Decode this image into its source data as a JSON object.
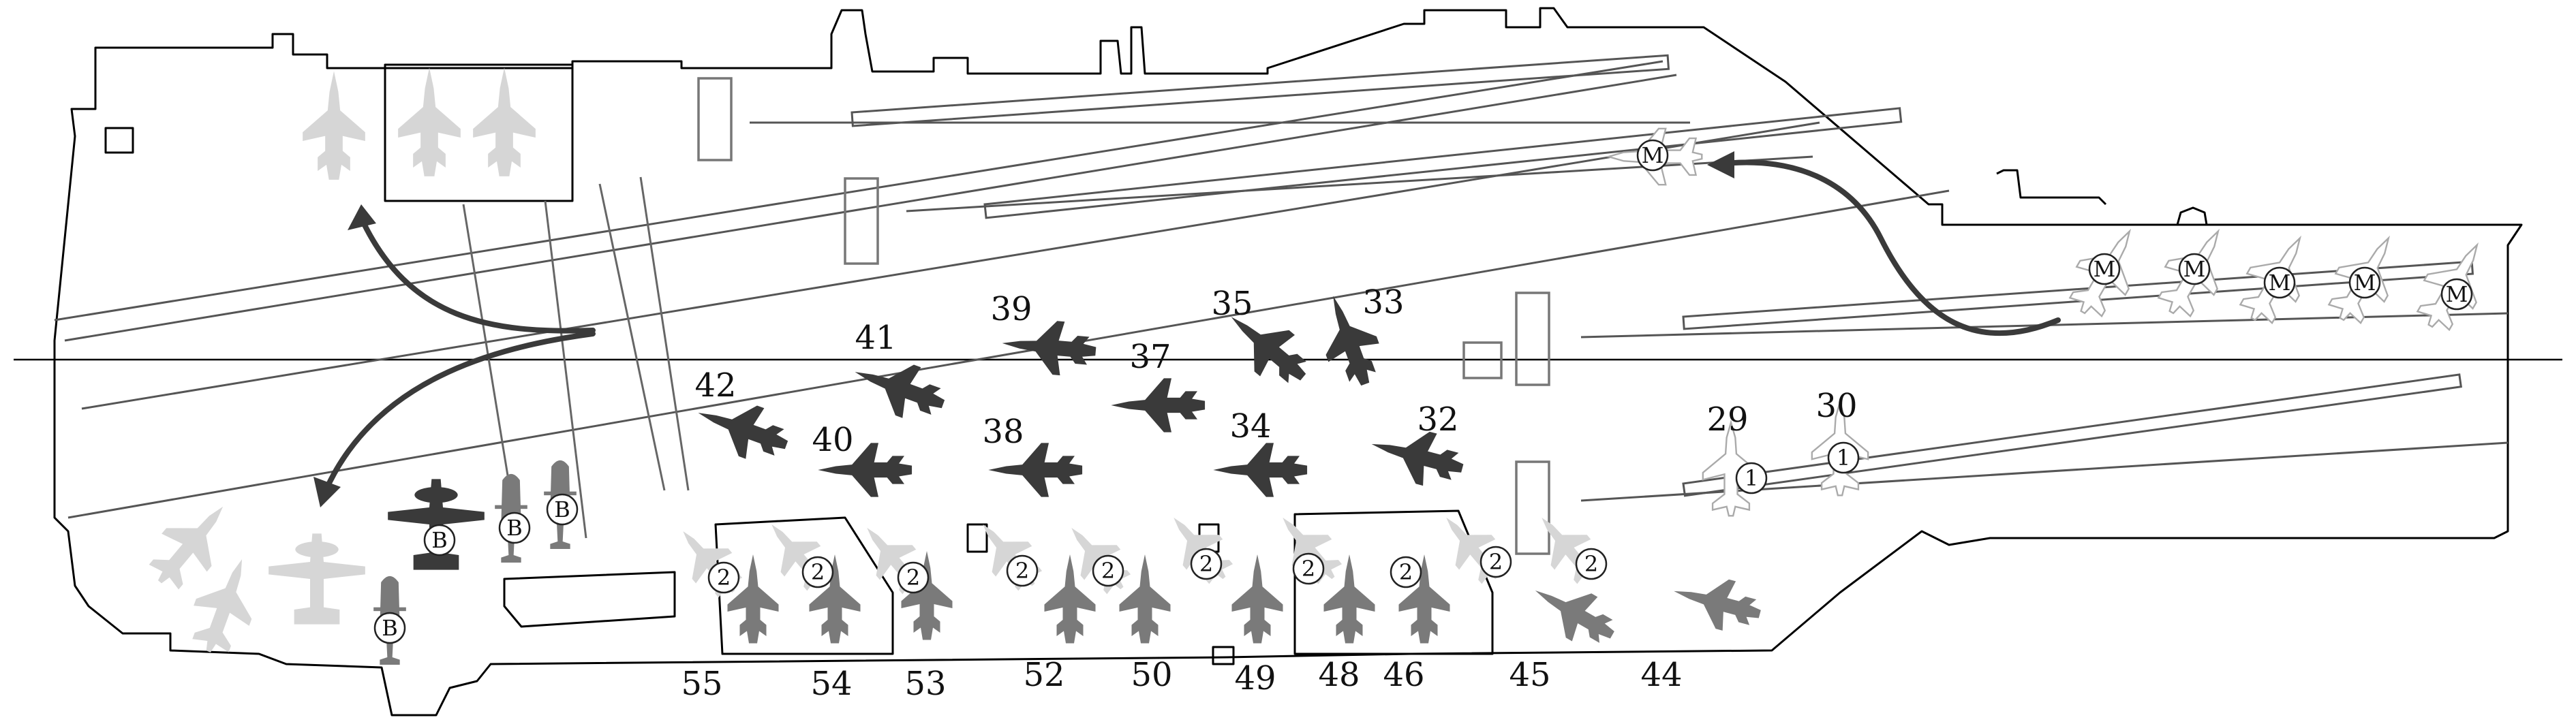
{
  "diagram": {
    "labels": [
      {
        "id": "n29",
        "text": "29"
      },
      {
        "id": "n30",
        "text": "30"
      },
      {
        "id": "n32",
        "text": "32"
      },
      {
        "id": "n33",
        "text": "33"
      },
      {
        "id": "n34",
        "text": "34"
      },
      {
        "id": "n35",
        "text": "35"
      },
      {
        "id": "n37",
        "text": "37"
      },
      {
        "id": "n38",
        "text": "38"
      },
      {
        "id": "n39",
        "text": "39"
      },
      {
        "id": "n40",
        "text": "40"
      },
      {
        "id": "n41",
        "text": "41"
      },
      {
        "id": "n42",
        "text": "42"
      },
      {
        "id": "n44",
        "text": "44"
      },
      {
        "id": "n45",
        "text": "45"
      },
      {
        "id": "n46",
        "text": "46"
      },
      {
        "id": "n48",
        "text": "48"
      },
      {
        "id": "n49",
        "text": "49"
      },
      {
        "id": "n50",
        "text": "50"
      },
      {
        "id": "n52",
        "text": "52"
      },
      {
        "id": "n53",
        "text": "53"
      },
      {
        "id": "n54",
        "text": "54"
      },
      {
        "id": "n55",
        "text": "55"
      }
    ],
    "badges": {
      "one": "1",
      "two": "2",
      "b": "B",
      "m": "M"
    },
    "colors": {
      "dark_aircraft": "#3a3a3a",
      "mid_aircraft": "#7a7a7a",
      "light_aircraft": "#d6d6d6",
      "outline_aircraft": "#aaaaaa"
    }
  }
}
